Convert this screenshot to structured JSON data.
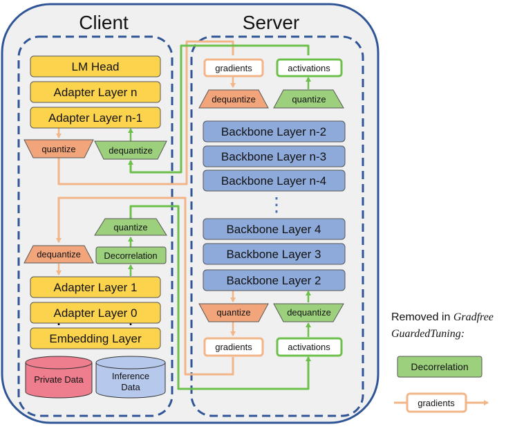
{
  "client": {
    "title": "Client",
    "layers_top": [
      "LM Head",
      "Adapter Layer n",
      "Adapter Layer n-1"
    ],
    "quantize": "quantize",
    "dequantize": "dequantize",
    "quantize_2": "quantize",
    "decorrelation": "Decorrelation",
    "dequantize_2": "dequantize",
    "layers_bottom": [
      "Adapter Layer 1",
      "Adapter Layer 0",
      "Embedding Layer"
    ],
    "private_data": "Private Data",
    "inference_data_1": "Inference",
    "inference_data_2": "Data"
  },
  "server": {
    "title": "Server",
    "gradients_top": "gradients",
    "activations_top": "activations",
    "dequantize_top": "dequantize",
    "quantize_top": "quantize",
    "backbone_top": [
      "Backbone Layer n-2",
      "Backbone Layer n-3",
      "Backbone Layer n-4"
    ],
    "ellipsis": "⋮",
    "backbone_bottom": [
      "Backbone Layer 4",
      "Backbone Layer 3",
      "Backbone Layer 2"
    ],
    "quantize_bottom": "quantize",
    "dequantize_bottom": "dequantize",
    "gradients_bottom": "gradients",
    "activations_bottom": "activations"
  },
  "legend": {
    "removed_prefix": "Removed in ",
    "removed_italic_1": "Gradfree",
    "removed_italic_2": "GuardedTuning:",
    "decorrelation": "Decorrelation",
    "gradients": "gradients"
  },
  "colors": {
    "yellow": "#FCD34D",
    "orange": "#F2A57A",
    "green": "#9CD07C",
    "blue": "#8EAADB",
    "pink": "#EE7D8D",
    "lightblue": "#B6C8EC",
    "dashed": "#2F5597",
    "panel": "#F0F0F0",
    "orange_line": "#F2B587",
    "green_line": "#6CC04A"
  }
}
